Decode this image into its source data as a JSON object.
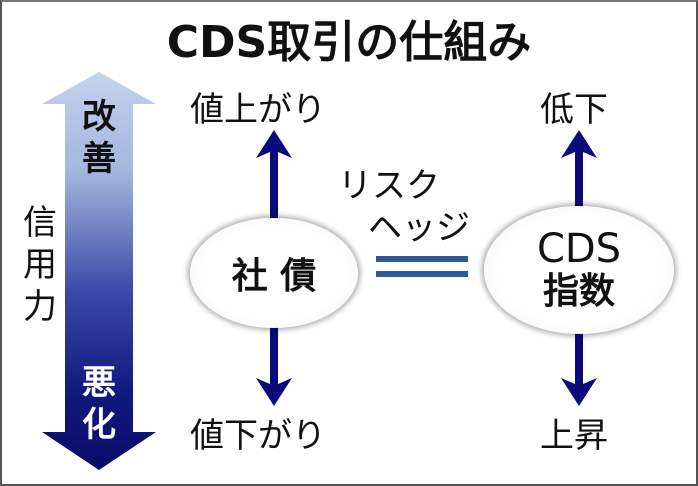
{
  "title": "CDS取引の仕組み",
  "credit_axis": {
    "label": "信用力",
    "top_label": "改善",
    "bottom_label": "悪化"
  },
  "bond": {
    "label": "社 債",
    "up_label": "値上がり",
    "down_label": "値下がり"
  },
  "hedge": {
    "line1": "リスク",
    "line2": "ヘッジ"
  },
  "cds": {
    "label_line1": "CDS",
    "label_line2": "指数",
    "up_label": "低下",
    "down_label": "上昇"
  },
  "colors": {
    "arrow_dark": "#0a0a7a",
    "gradient_top": "#b8c8e8",
    "gradient_bottom": "#0a0a6a",
    "equals_line": "#2f5a9a"
  }
}
